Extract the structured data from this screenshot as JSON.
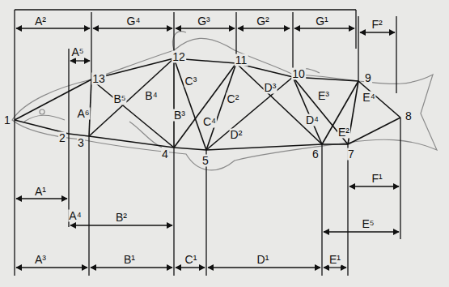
{
  "diagram": {
    "labels": [
      "A²",
      "G⁴",
      "G³",
      "G²",
      "G¹",
      "F²",
      "A⁵",
      "13",
      "12",
      "11",
      "10",
      "9",
      "C³",
      "B⁵",
      "B⁴",
      "C²",
      "D³",
      "E³",
      "E⁴",
      "A⁶",
      "1",
      "2",
      "3",
      "B³",
      "C⁴",
      "D²",
      "D⁴",
      "E²",
      "8",
      "4",
      "5",
      "6",
      "7",
      "F¹",
      "A¹",
      "A⁴",
      "B²",
      "E⁵",
      "A³",
      "B¹",
      "C¹",
      "D¹",
      "E¹"
    ]
  }
}
